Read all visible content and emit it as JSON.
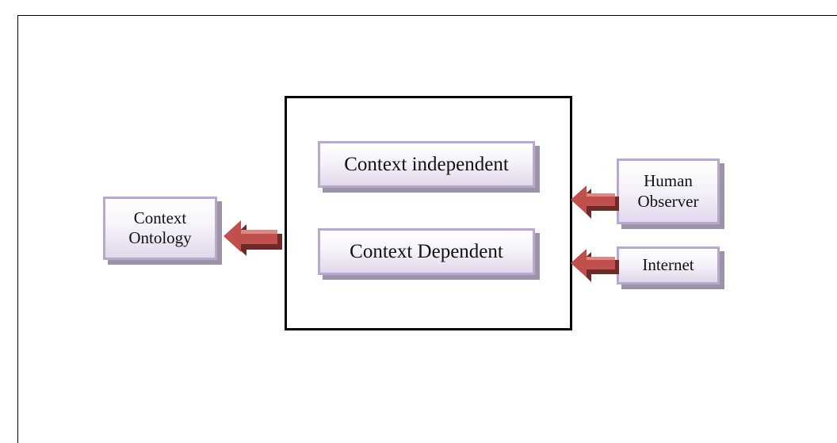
{
  "nodes": {
    "context_ontology": "Context\nOntology",
    "context_independent": "Context independent",
    "context_dependent": "Context Dependent",
    "human_observer": "Human\nObserver",
    "internet": "Internet"
  },
  "colors": {
    "arrow_fill": "#c0504d",
    "arrow_shadow": "#6e2a28",
    "node_border": "#b7a8cc",
    "node_shadow": "#9d93a8"
  }
}
